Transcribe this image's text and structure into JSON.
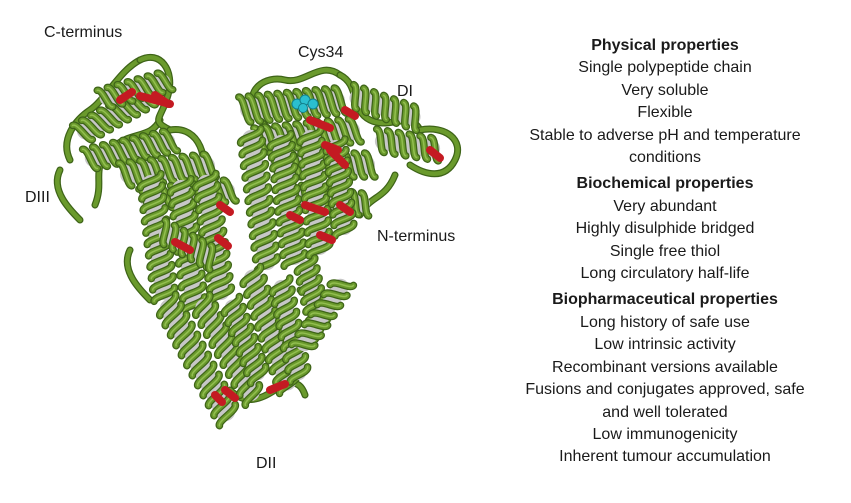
{
  "labels": {
    "c_terminus": "C-terminus",
    "cys34": "Cys34",
    "di": "DI",
    "diii": "DIII",
    "n_terminus": "N-terminus",
    "dii": "DII"
  },
  "colors": {
    "helix": "#6a9a2c",
    "helix_dark": "#3e6418",
    "helix_light": "#9cc75a",
    "helix_inner": "#c7c7c7",
    "disulphide": "#c41a22",
    "cysteine_thiol": "#2bbfcf"
  },
  "properties": [
    {
      "title": "Physical properties",
      "items": [
        "Single polypeptide chain",
        "Very soluble",
        "Flexible",
        "Stable to adverse pH and temperature",
        "conditions"
      ]
    },
    {
      "title": "Biochemical properties",
      "items": [
        "Very abundant",
        "Highly disulphide bridged",
        "Single free thiol",
        "Long circulatory half-life"
      ]
    },
    {
      "title": "Biopharmaceutical properties",
      "items": [
        "Long history of safe use",
        "Low intrinsic activity",
        "Recombinant versions available",
        "Fusions and conjugates approved, safe",
        "and well tolerated",
        "Low immunogenicity",
        "Inherent tumour accumulation"
      ]
    }
  ]
}
